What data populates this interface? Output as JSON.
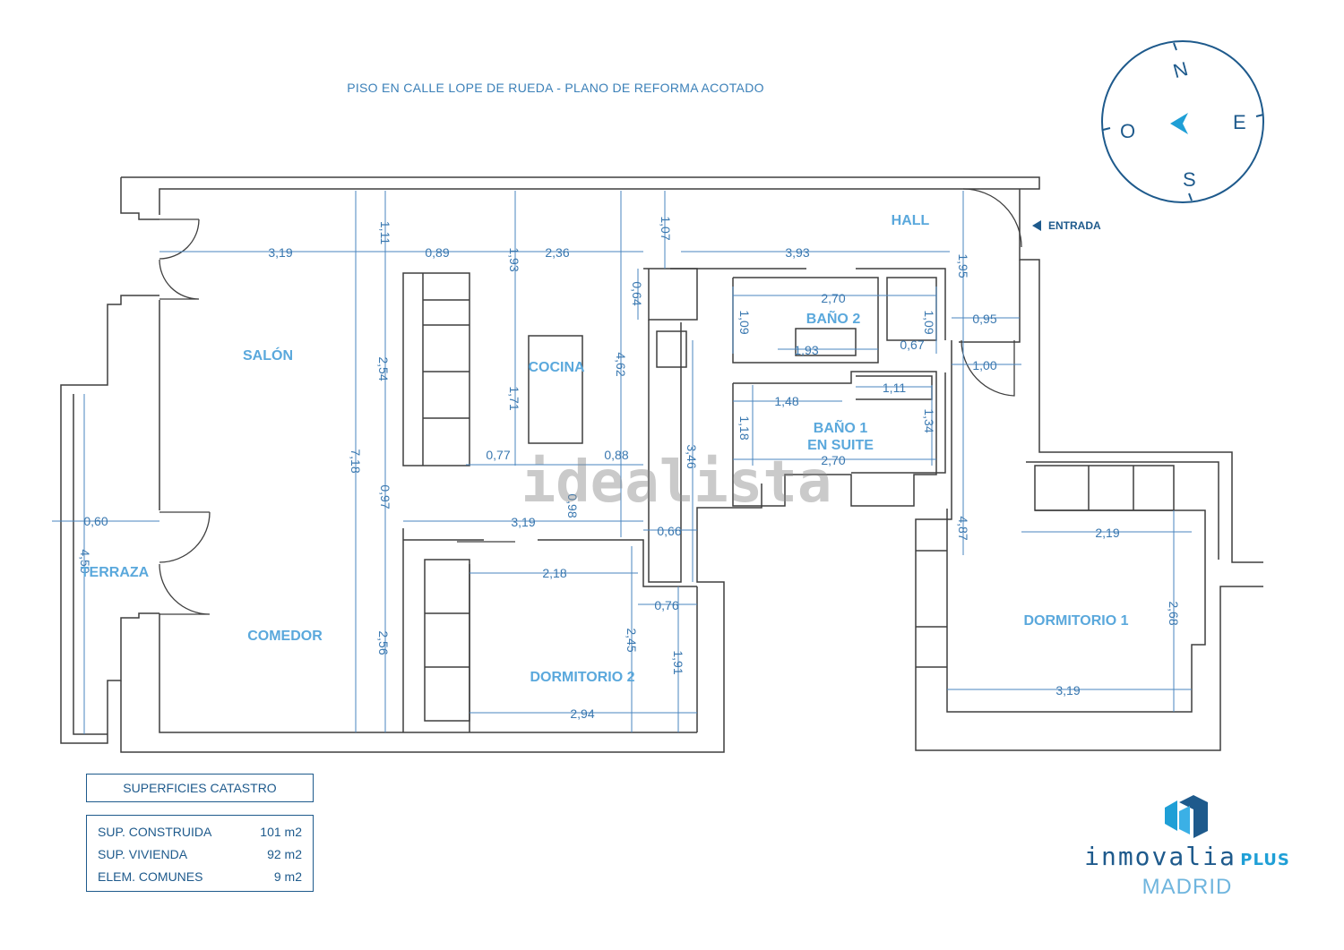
{
  "title": "PISO EN CALLE LOPE DE RUEDA - PLANO DE REFORMA ACOTADO",
  "compass": {
    "n": "N",
    "e": "E",
    "s": "S",
    "o": "O"
  },
  "entrance": "ENTRADA",
  "watermark": "idealista",
  "rooms": {
    "hall": "HALL",
    "salon": "SALÓN",
    "cocina": "COCINA",
    "bano2": "BAÑO 2",
    "bano1_l1": "BAÑO 1",
    "bano1_l2": "EN SUITE",
    "terraza": "TERRAZA",
    "comedor": "COMEDOR",
    "dormitorio2": "DORMITORIO 2",
    "dormitorio1": "DORMITORIO 1"
  },
  "dimensions": {
    "d_3_19_top": "3,19",
    "d_0_89": "0,89",
    "d_2_36": "2,36",
    "d_3_93": "3,93",
    "d_1_11_left": "1,11",
    "d_1_93_v": "1,93",
    "d_1_07": "1,07",
    "d_1_95": "1,95",
    "d_0_64": "0,64",
    "d_2_70_top": "2,70",
    "d_1_09_a": "1,09",
    "d_1_09_b": "1,09",
    "d_1_93_h": "1,93",
    "d_0_67": "0,67",
    "d_0_95": "0,95",
    "d_1_00": "1,00",
    "d_2_54": "2,54",
    "d_1_71": "1,71",
    "d_4_62": "4,62",
    "d_1_48": "1,48",
    "d_1_11_b1": "1,11",
    "d_1_18": "1,18",
    "d_1_34": "1,34",
    "d_2_70_b1": "2,70",
    "d_7_18": "7,18",
    "d_0_77": "0,77",
    "d_0_88": "0,88",
    "d_3_46": "3,46",
    "d_0_97": "0,97",
    "d_0_98": "0,98",
    "d_0_60": "0,60",
    "d_4_50": "4,50",
    "d_3_19_mid": "3,19",
    "d_0_66": "0,66",
    "d_4_87": "4,87",
    "d_2_19": "2,19",
    "d_2_18": "2,18",
    "d_0_76": "0,76",
    "d_2_45": "2,45",
    "d_2_68": "2,68",
    "d_1_91": "1,91",
    "d_2_56": "2,56",
    "d_2_94": "2,94",
    "d_3_19_d1": "3,19"
  },
  "surfaces": {
    "header": "SUPERFICIES CATASTRO",
    "rows": [
      {
        "label": "SUP. CONSTRUIDA",
        "value": "101 m2"
      },
      {
        "label": "SUP. VIVIENDA",
        "value": "92 m2"
      },
      {
        "label": "ELEM. COMUNES",
        "value": "9 m2"
      }
    ]
  },
  "brand": {
    "name": "inmovalia",
    "plus": "PLUS",
    "city": "MADRID"
  },
  "colors": {
    "wall": "#3f3f3f",
    "dimension": "#4a86bf",
    "room_label": "#5aa8dc",
    "dark_blue": "#1e5a8c",
    "accent": "#1f9fd6"
  }
}
